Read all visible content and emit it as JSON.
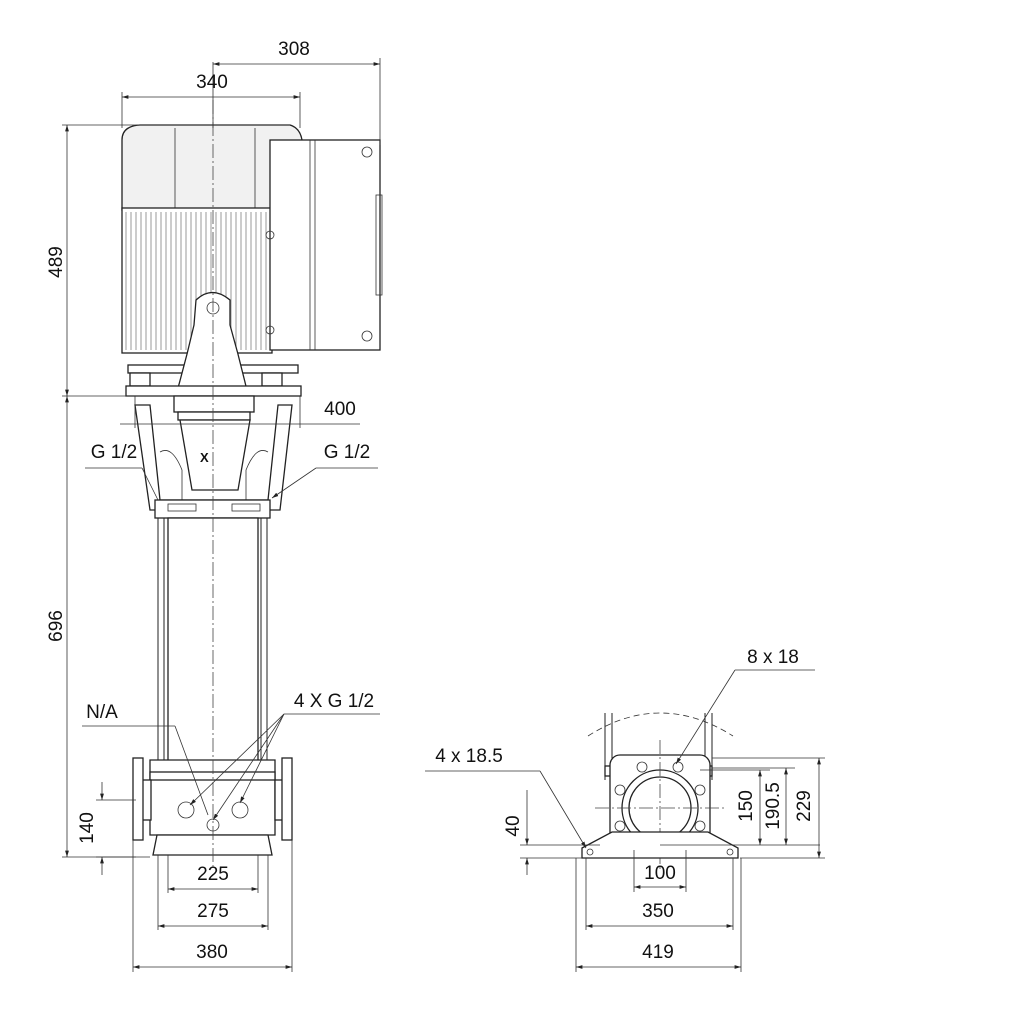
{
  "dimensions": {
    "d308": "308",
    "d340": "340",
    "d489": "489",
    "d400": "400",
    "d696": "696",
    "d140": "140",
    "d225": "225",
    "d275": "275",
    "d380": "380",
    "d40": "40",
    "d100": "100",
    "d350": "350",
    "d419": "419",
    "d150": "150",
    "d190_5": "190.5",
    "d229": "229"
  },
  "callouts": {
    "g12_left": "G 1/2",
    "g12_right": "G 1/2",
    "na": "N/A",
    "four_g12": "4 X G 1/2",
    "holes_8": "8 x 18",
    "holes_4": "4 x 18.5"
  }
}
